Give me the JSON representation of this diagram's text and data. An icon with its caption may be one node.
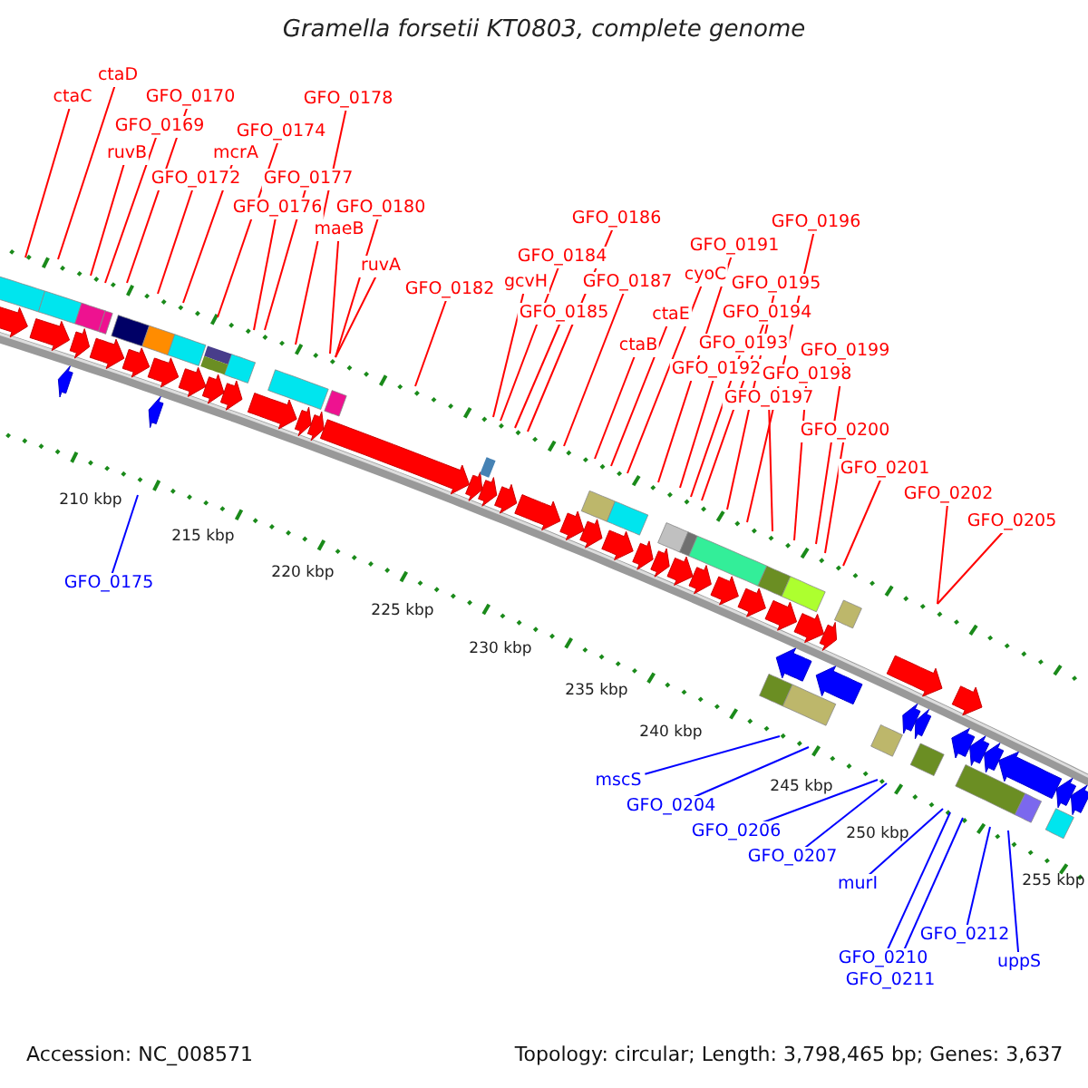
{
  "diagram": {
    "title": "Gramella forsetii KT0803, complete genome",
    "nodes": [
      {
        "text": [
          "ctaD"
        ]
      },
      {
        "text": [
          "ctaC"
        ]
      },
      {
        "text": [
          "GFO_0170"
        ]
      },
      {
        "text": [
          "GFO_0178"
        ]
      },
      {
        "text": [
          "GFO_0169"
        ]
      },
      {
        "text": [
          "GFO_0174"
        ]
      },
      {
        "text": [
          "ruvB"
        ]
      },
      {
        "text": [
          "mcrA"
        ]
      },
      {
        "text": [
          "GFO_0172"
        ]
      },
      {
        "text": [
          "GFO_0177"
        ]
      },
      {
        "text": [
          "GFO_0176"
        ]
      },
      {
        "text": [
          "GFO_0180"
        ]
      },
      {
        "text": [
          "maeB"
        ]
      },
      {
        "text": [
          "ruvA"
        ]
      },
      {
        "text": [
          "GFO_0182"
        ]
      },
      {
        "text": [
          "GFO_0186"
        ]
      },
      {
        "text": [
          "GFO_0196"
        ]
      },
      {
        "text": [
          "GFO_0191"
        ]
      },
      {
        "text": [
          "GFO_0184"
        ]
      },
      {
        "text": [
          "cyoC"
        ]
      },
      {
        "text": [
          "gcvH"
        ]
      },
      {
        "text": [
          "GFO_0187"
        ]
      },
      {
        "text": [
          "GFO_0195"
        ]
      },
      {
        "text": [
          "GFO_0185"
        ]
      },
      {
        "text": [
          "ctaE"
        ]
      },
      {
        "text": [
          "GFO_0194"
        ]
      },
      {
        "text": [
          "ctaB"
        ]
      },
      {
        "text": [
          "GFO_0193"
        ]
      },
      {
        "text": [
          "GFO_0199"
        ]
      },
      {
        "text": [
          "GFO_0192"
        ]
      },
      {
        "text": [
          "GFO_0198"
        ]
      },
      {
        "text": [
          "GFO_0197"
        ]
      },
      {
        "text": [
          "GFO_0200"
        ]
      },
      {
        "text": [
          "GFO_0201"
        ]
      },
      {
        "text": [
          "GFO_0202"
        ]
      },
      {
        "text": [
          "GFO_0205"
        ]
      },
      {
        "text": [
          "GFO_0175"
        ]
      },
      {
        "text": [
          "mscS"
        ]
      },
      {
        "text": [
          "GFO_0204"
        ]
      },
      {
        "text": [
          "GFO_0206"
        ]
      },
      {
        "text": [
          "GFO_0207"
        ]
      },
      {
        "text": [
          "murI"
        ]
      },
      {
        "text": [
          "GFO_0212"
        ]
      },
      {
        "text": [
          "GFO_0210"
        ]
      },
      {
        "text": [
          "uppS"
        ]
      },
      {
        "text": [
          "GFO_0211"
        ]
      }
    ],
    "edges": [
      {
        "from": 0,
        "to": null,
        "arrow": "none"
      },
      {
        "from": 1,
        "to": null,
        "arrow": "none"
      },
      {
        "from": 2,
        "to": null,
        "arrow": "none"
      },
      {
        "from": 3,
        "to": null,
        "arrow": "none"
      },
      {
        "from": 4,
        "to": null,
        "arrow": "none"
      },
      {
        "from": 5,
        "to": null,
        "arrow": "none"
      },
      {
        "from": 6,
        "to": null,
        "arrow": "none"
      },
      {
        "from": 7,
        "to": null,
        "arrow": "none"
      },
      {
        "from": 8,
        "to": null,
        "arrow": "none"
      },
      {
        "from": 9,
        "to": null,
        "arrow": "none"
      },
      {
        "from": 10,
        "to": null,
        "arrow": "none"
      },
      {
        "from": 11,
        "to": null,
        "arrow": "none"
      },
      {
        "from": 12,
        "to": null,
        "arrow": "none"
      },
      {
        "from": 13,
        "to": null,
        "arrow": "none"
      },
      {
        "from": 14,
        "to": null,
        "arrow": "none"
      },
      {
        "from": 15,
        "to": null,
        "arrow": "none"
      },
      {
        "from": 16,
        "to": null,
        "arrow": "none"
      },
      {
        "from": 17,
        "to": null,
        "arrow": "none"
      },
      {
        "from": 18,
        "to": null,
        "arrow": "none"
      },
      {
        "from": 19,
        "to": null,
        "arrow": "none"
      },
      {
        "from": 20,
        "to": null,
        "arrow": "none"
      },
      {
        "from": 21,
        "to": null,
        "arrow": "none"
      },
      {
        "from": 22,
        "to": null,
        "arrow": "none"
      },
      {
        "from": 23,
        "to": null,
        "arrow": "none"
      },
      {
        "from": 24,
        "to": null,
        "arrow": "none"
      },
      {
        "from": 25,
        "to": null,
        "arrow": "none"
      },
      {
        "from": 26,
        "to": null,
        "arrow": "none"
      },
      {
        "from": 27,
        "to": null,
        "arrow": "none"
      },
      {
        "from": 28,
        "to": null,
        "arrow": "none"
      },
      {
        "from": 29,
        "to": null,
        "arrow": "none"
      },
      {
        "from": 30,
        "to": null,
        "arrow": "none"
      },
      {
        "from": 31,
        "to": null,
        "arrow": "none"
      },
      {
        "from": 32,
        "to": null,
        "arrow": "none"
      },
      {
        "from": 33,
        "to": null,
        "arrow": "none"
      },
      {
        "from": 34,
        "to": null,
        "arrow": "none"
      },
      {
        "from": 35,
        "to": null,
        "arrow": "none"
      },
      {
        "from": 36,
        "to": null,
        "arrow": "none",
        "color": "#0000ff"
      },
      {
        "from": 37,
        "to": null,
        "arrow": "none",
        "color": "#0000ff"
      },
      {
        "from": 38,
        "to": null,
        "arrow": "none",
        "color": "#0000ff"
      },
      {
        "from": 39,
        "to": null,
        "arrow": "none",
        "color": "#0000ff"
      },
      {
        "from": 40,
        "to": null,
        "arrow": "none",
        "color": "#0000ff"
      },
      {
        "from": 41,
        "to": null,
        "arrow": "none",
        "color": "#0000ff"
      },
      {
        "from": 42,
        "to": null,
        "arrow": "none",
        "color": "#0000ff"
      },
      {
        "from": 43,
        "to": null,
        "arrow": "none",
        "color": "#0000ff"
      },
      {
        "from": 44,
        "to": null,
        "arrow": "none",
        "color": "#0000ff"
      },
      {
        "from": 45,
        "to": null,
        "arrow": "none",
        "color": "#0000ff"
      }
    ],
    "labels": [
      "210 kbp",
      "215 kbp",
      "220 kbp",
      "225 kbp",
      "230 kbp",
      "235 kbp",
      "240 kbp",
      "245 kbp",
      "250 kbp",
      "255 kbp",
      "Accession: NC_008571",
      "Topology: circular; Length: 3,798,465 bp; Genes: 3,637"
    ]
  }
}
